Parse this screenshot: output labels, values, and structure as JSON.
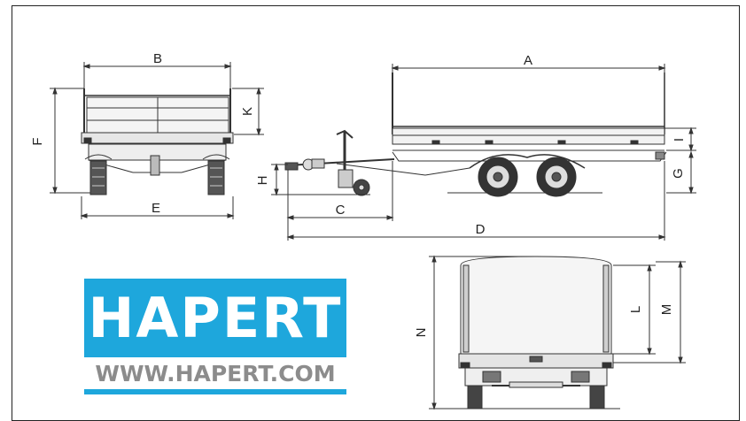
{
  "labels": {
    "A": "A",
    "B": "B",
    "C": "C",
    "D": "D",
    "E": "E",
    "F": "F",
    "G": "G",
    "H": "H",
    "I": "I",
    "K": "K",
    "L": "L",
    "M": "M",
    "N": "N"
  },
  "logo": {
    "brand": "HAPERT",
    "url": "WWW.HAPERT.COM"
  },
  "colors": {
    "brand_blue": "#1ea7dc",
    "url_grey": "#8c8c8c",
    "line": "#333333"
  }
}
